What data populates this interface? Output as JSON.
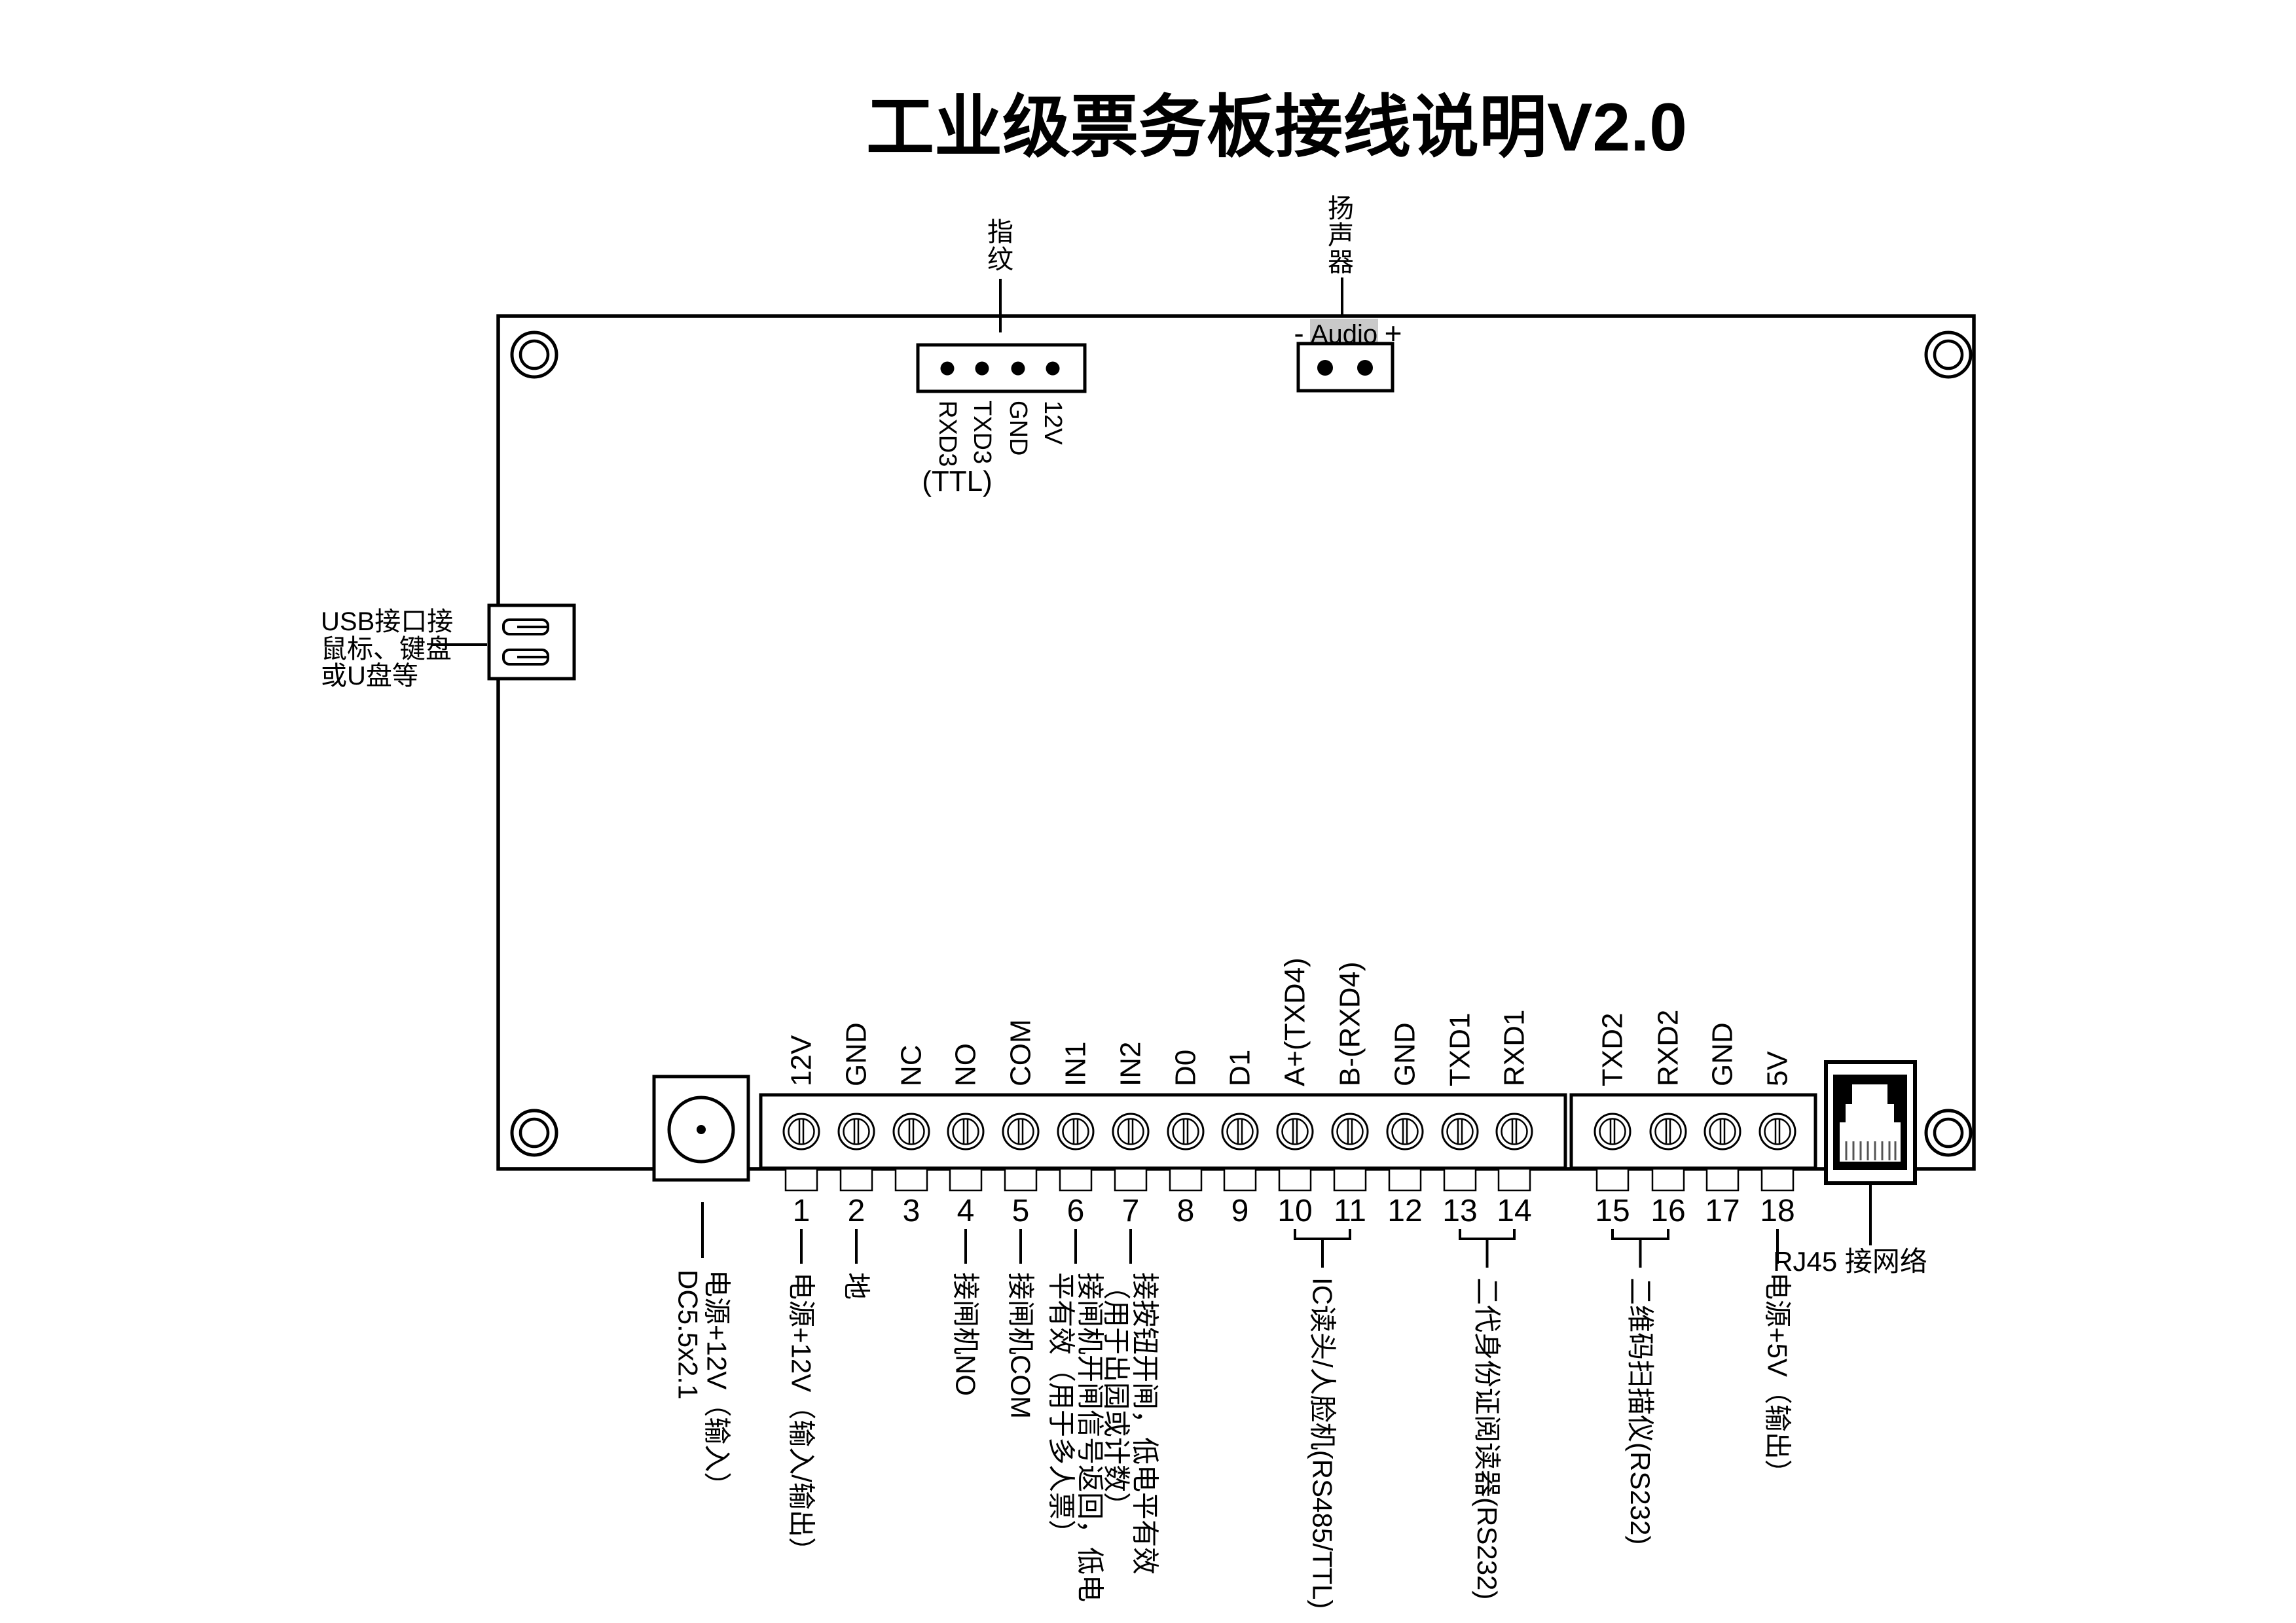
{
  "title": "工业级票务板接线说明V2.0",
  "colors": {
    "ink": "#000000",
    "audio_band": "#c9c9c9",
    "background": "#ffffff"
  },
  "fingerprint": {
    "label": "指纹",
    "note": "(TTL)",
    "pins": [
      "RXD3",
      "TXD3",
      "GND",
      "12V"
    ]
  },
  "speaker": {
    "label": "扬声器",
    "minus": "-",
    "band": "Audio",
    "plus": "+"
  },
  "usb": {
    "label_lines": [
      "USB接口接",
      "鼠标、键盘",
      "或U盘等"
    ]
  },
  "dc_jack": {
    "label_lines": [
      "电源+12V（输入）",
      "DC5.5x2.1"
    ]
  },
  "rj45": {
    "label": "RJ45 接网络"
  },
  "terminals": [
    {
      "num": "1",
      "name": "12V",
      "desc": [
        "电源+12V（输入/输出）"
      ]
    },
    {
      "num": "2",
      "name": "GND",
      "desc": [
        "地"
      ]
    },
    {
      "num": "3",
      "name": "NC",
      "desc": []
    },
    {
      "num": "4",
      "name": "NO",
      "desc": [
        "接闸机NO"
      ]
    },
    {
      "num": "5",
      "name": "COM",
      "desc": [
        "接闸机COM"
      ]
    },
    {
      "num": "6",
      "name": "IN1",
      "desc": [
        "接闸机开闸信号返回，低电",
        "平有效（用于多人票）"
      ]
    },
    {
      "num": "7",
      "name": "IN2",
      "desc": [
        "接按钮开闸，低电平有效",
        "（用于出园或计数）"
      ]
    },
    {
      "num": "8",
      "name": "D0",
      "desc": []
    },
    {
      "num": "9",
      "name": "D1",
      "desc": []
    },
    {
      "num": "10",
      "name": "A+(TXD4)",
      "desc": []
    },
    {
      "num": "11",
      "name": "B-(RXD4)",
      "desc": []
    },
    {
      "num": "12",
      "name": "GND",
      "desc": []
    },
    {
      "num": "13",
      "name": "TXD1",
      "desc": []
    },
    {
      "num": "14",
      "name": "RXD1",
      "desc": []
    },
    {
      "num": "15",
      "name": "TXD2",
      "desc": []
    },
    {
      "num": "16",
      "name": "RXD2",
      "desc": []
    },
    {
      "num": "17",
      "name": "GND",
      "desc": []
    },
    {
      "num": "18",
      "name": "5V",
      "desc": [
        "电源+5V（输出）"
      ]
    }
  ],
  "group_descriptions": [
    {
      "from": "10",
      "to": "11",
      "text": "IC读头/人脸机(RS485/TTL)"
    },
    {
      "from": "13",
      "to": "14",
      "text": "二代身份证阅读器(RS232)"
    },
    {
      "from": "15",
      "to": "16",
      "text": "二维码扫描仪(RS232)"
    }
  ]
}
